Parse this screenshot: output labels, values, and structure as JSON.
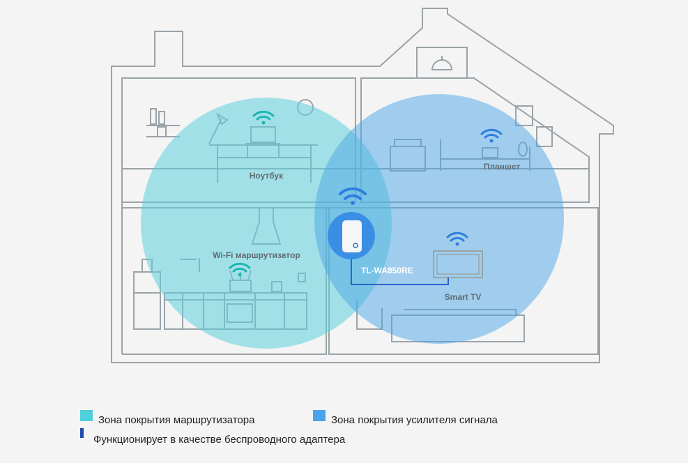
{
  "labels": {
    "laptop": "Ноутбук",
    "tablet": "Планшет",
    "router": "Wi-Fi маршрутизатор",
    "extender": "TL-WA850RE",
    "tv": "Smart TV"
  },
  "legend": [
    {
      "label": "Зона покрытия маршрутизатора",
      "color": "#4fcfda"
    },
    {
      "label": "Зона покрытия усилителя сигнала",
      "color": "#4aa3ea"
    },
    {
      "label": "Функционирует в качестве беспроводного адаптера",
      "color": "#1f4fb0"
    }
  ],
  "colors": {
    "router_zone": "#5fd0dc",
    "extender_zone": "#5aaee8",
    "wifi_router": "#1fb5b5",
    "wifi_extender": "#2f7fe0"
  }
}
